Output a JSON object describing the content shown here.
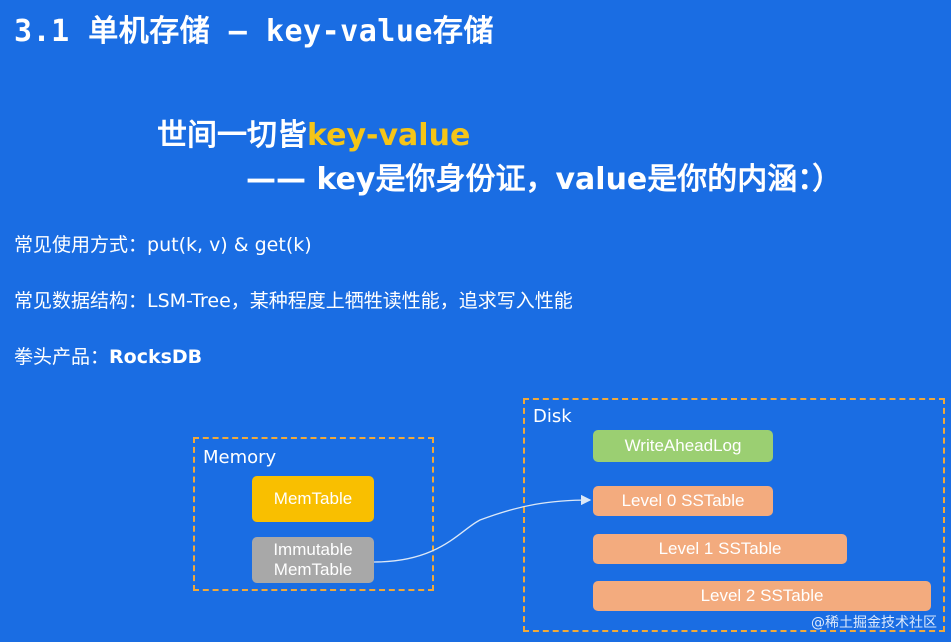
{
  "title": "3.1 单机存储 –  key-value存储",
  "motto": {
    "prefix": "世间一切皆",
    "highlight": "key-value",
    "line2": "—— key是你身份证，value是你的内涵：）"
  },
  "lines": [
    {
      "label": "常见使用方式：",
      "value": "put(k, v) & get(k)"
    },
    {
      "label": "常见数据结构：",
      "value": "LSM-Tree，某种程度上牺牲读性能，追求写入性能"
    },
    {
      "label": "拳头产品：",
      "value": "RocksDB"
    }
  ],
  "memory": {
    "label": "Memory",
    "memtable": "MemTable",
    "immutable_line1": "Immutable",
    "immutable_line2": "MemTable"
  },
  "disk": {
    "label": "Disk",
    "wal": "WriteAheadLog",
    "level0": "Level 0 SSTable",
    "level1": "Level 1 SSTable",
    "level2": "Level 2 SSTable"
  },
  "colors": {
    "background": "#1a6de3",
    "highlight": "#f5c518",
    "dashed_border": "#f0a93a",
    "memtable": "#f9bf00",
    "immutable": "#a8a8a8",
    "wal": "#9bcf72",
    "sstable": "#f3ab7e"
  },
  "watermark": "@稀土掘金技术社区"
}
